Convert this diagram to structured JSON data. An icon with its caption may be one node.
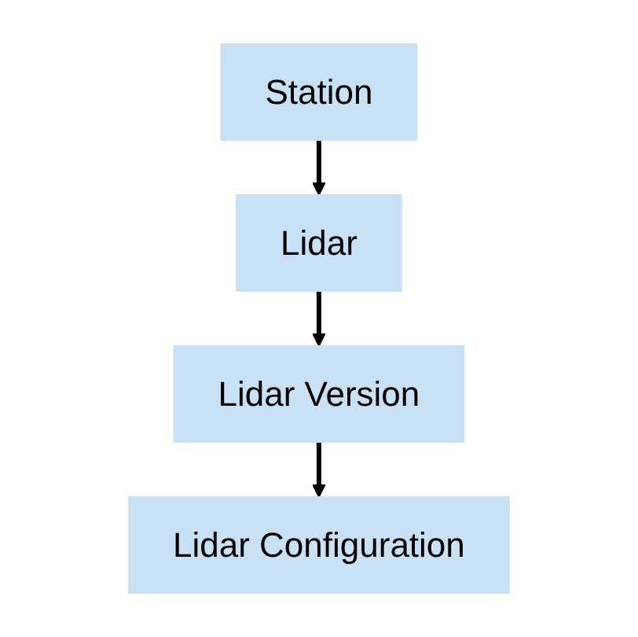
{
  "diagram": {
    "nodes": [
      {
        "text": [
          "Station"
        ]
      },
      {
        "text": [
          "Lidar"
        ]
      },
      {
        "text": [
          "Lidar Version"
        ]
      },
      {
        "text": [
          "Lidar Configuration"
        ]
      }
    ],
    "edges": [
      {
        "from": 0,
        "to": 1,
        "arrow": "to"
      },
      {
        "from": 1,
        "to": 2,
        "arrow": "to"
      },
      {
        "from": 2,
        "to": 3,
        "arrow": "to"
      }
    ]
  }
}
